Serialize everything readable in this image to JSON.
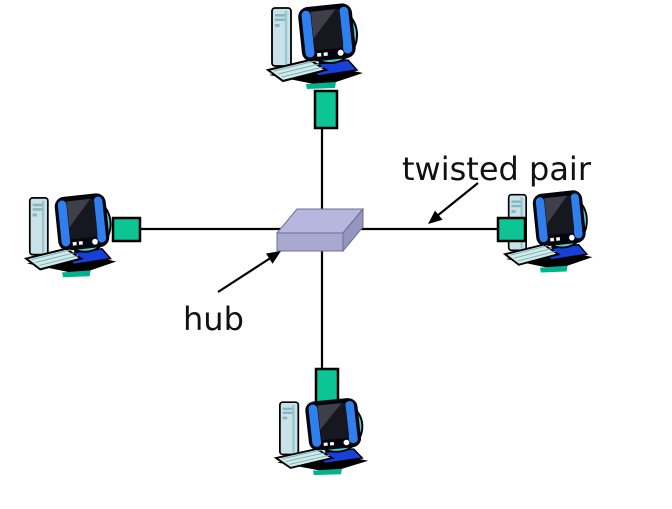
{
  "labels": {
    "twisted_pair": "twisted pair",
    "hub": "hub"
  },
  "colors": {
    "background": "#ffffff",
    "connector": "#0cc494",
    "hub_top": "#b6b6de",
    "hub_front": "#a9a9d0",
    "hub_side": "#9396c0",
    "line": "#000000",
    "monitor_blue": "#2f80ee",
    "platform_blue": "#1640d8",
    "tower_teal": "#c9e2e8",
    "ring_teal": "#53cdd0"
  },
  "topology": {
    "type": "star",
    "center_device": "hub",
    "host_count": 4,
    "hosts": [
      "pc-top",
      "pc-right",
      "pc-bottom",
      "pc-left"
    ],
    "link_medium": "twisted pair"
  }
}
